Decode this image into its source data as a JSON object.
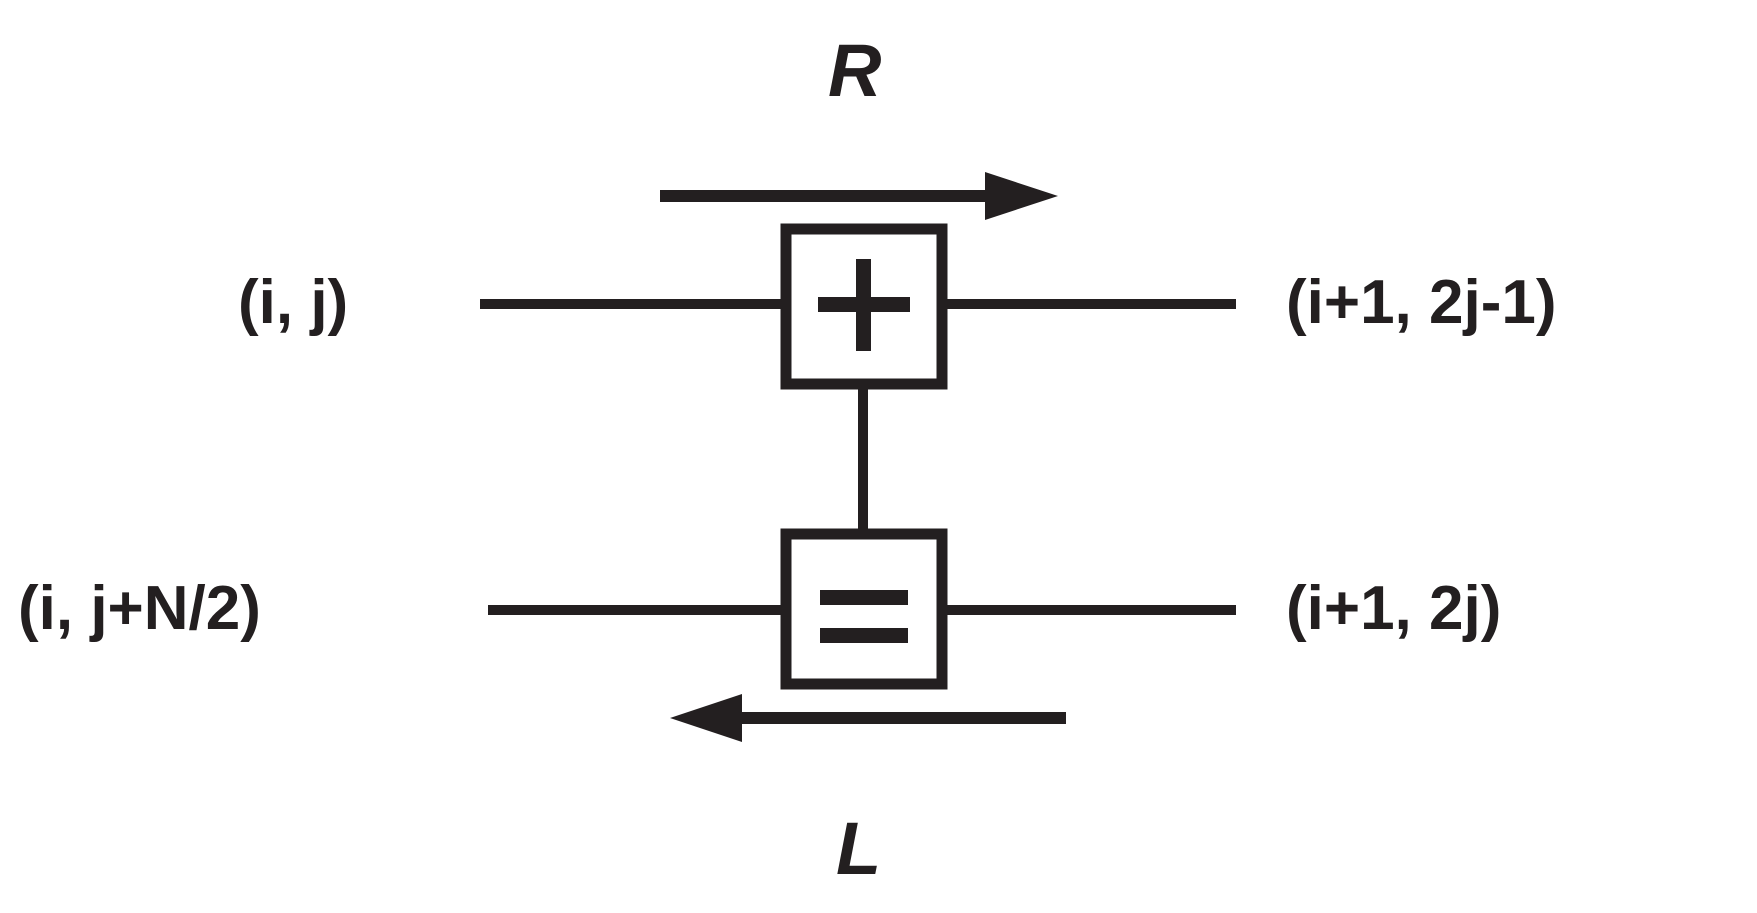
{
  "diagram": {
    "direction_right": {
      "label": "R"
    },
    "direction_left": {
      "label": "L"
    },
    "nodes": {
      "input_top": "(i, j)",
      "input_bottom": "(i, j+N/2)",
      "output_top": "(i+1, 2j-1)",
      "output_bottom": "(i+1, 2j)"
    },
    "operators": {
      "top": "+",
      "bottom": "="
    },
    "colors": {
      "ink": "#231f20",
      "background": "#ffffff"
    }
  }
}
